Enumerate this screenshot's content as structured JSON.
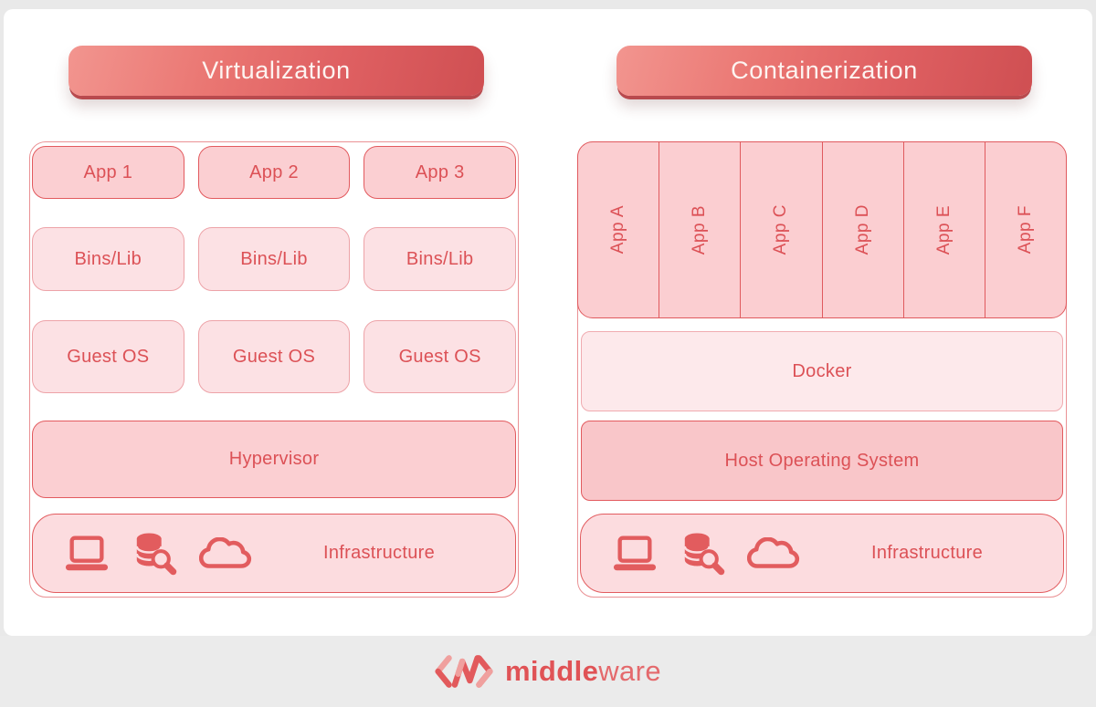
{
  "virtualization": {
    "title": "Virtualization",
    "apps": [
      "App 1",
      "App 2",
      "App 3"
    ],
    "bins": [
      "Bins/Lib",
      "Bins/Lib",
      "Bins/Lib"
    ],
    "guests": [
      "Guest OS",
      "Guest OS",
      "Guest OS"
    ],
    "hypervisor": "Hypervisor",
    "infrastructure": "Infrastructure"
  },
  "containerization": {
    "title": "Containerization",
    "apps": [
      "App A",
      "App B",
      "App C",
      "App D",
      "App E",
      "App F"
    ],
    "docker": "Docker",
    "host_os": "Host Operating System",
    "infrastructure": "Infrastructure"
  },
  "footer": {
    "brand_bold": "middle",
    "brand_light": "ware"
  },
  "colors": {
    "accent_red": "#e25a5e",
    "text_red": "#dc5156",
    "box_pink": "#fbcfd2",
    "box_light_pink": "#fce1e4",
    "banner_gradient_start": "#f2958f",
    "banner_gradient_end": "#cf4f52",
    "footer_gray": "#ebebeb"
  }
}
